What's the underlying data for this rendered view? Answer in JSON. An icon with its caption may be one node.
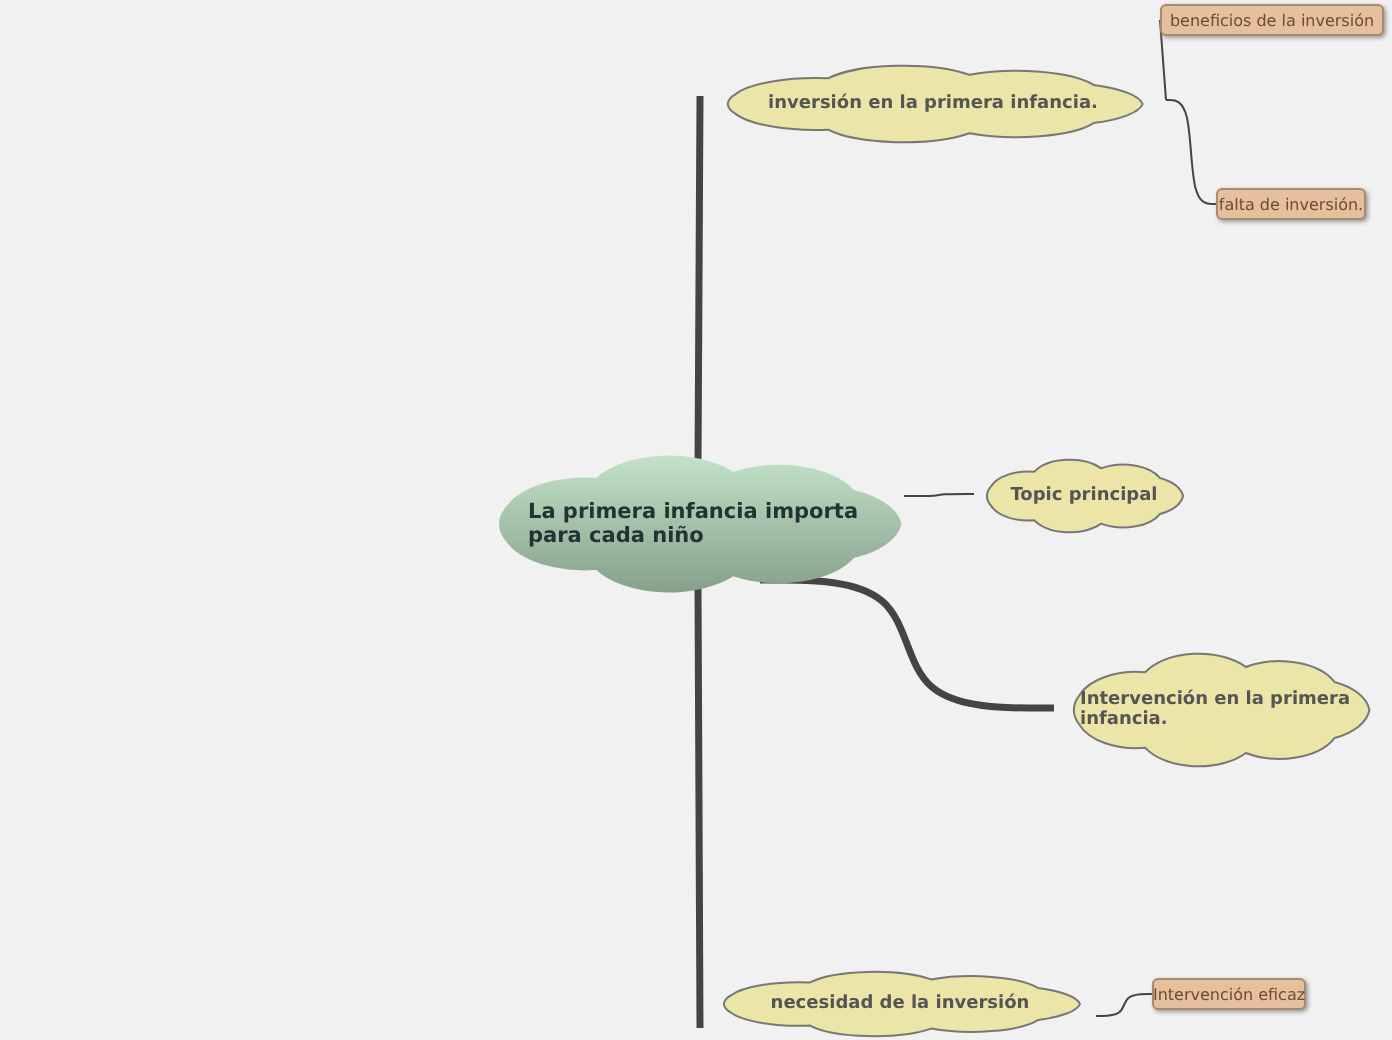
{
  "diagram": {
    "nodes": [
      {
        "text": [
          "La primera infancia importa para cada niño"
        ]
      },
      {
        "text": [
          "inversión en la primera infancia."
        ]
      },
      {
        "text": [
          "beneficios de la inversión"
        ]
      },
      {
        "text": [
          "falta de inversión."
        ]
      },
      {
        "text": [
          "Topic principal"
        ]
      },
      {
        "text": [
          "Intervención en la primera infancia."
        ]
      },
      {
        "text": [
          "necesidad de la inversión"
        ]
      },
      {
        "text": [
          "Intervención eficaz"
        ]
      }
    ],
    "edges": [
      {
        "from": 0,
        "to": 1,
        "arrow": "none",
        "style": "thick"
      },
      {
        "from": 0,
        "to": 4,
        "arrow": "none"
      },
      {
        "from": 0,
        "to": 5,
        "arrow": "none",
        "style": "thick"
      },
      {
        "from": 0,
        "to": 6,
        "arrow": "none",
        "style": "thick"
      },
      {
        "from": 1,
        "to": 2,
        "arrow": "none"
      },
      {
        "from": 1,
        "to": 3,
        "arrow": "none"
      },
      {
        "from": 6,
        "to": 7,
        "arrow": "none"
      }
    ]
  }
}
